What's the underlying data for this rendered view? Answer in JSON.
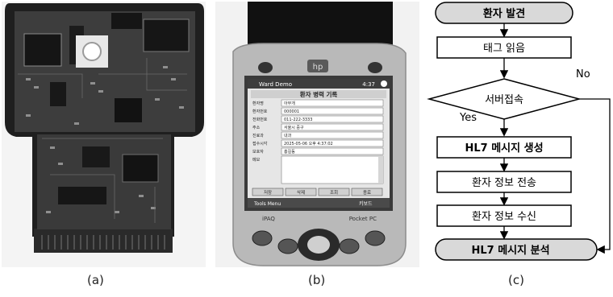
{
  "captions": {
    "a": "(a)",
    "b": "(b)",
    "c": "(c)"
  },
  "pda": {
    "brand": "hp",
    "app_title": "Ward Demo",
    "status_time": "4:37",
    "form_title": "환자 병력 기록",
    "fields": [
      {
        "label": "환자명",
        "value": "아무개"
      },
      {
        "label": "환자번호",
        "value": "000001"
      },
      {
        "label": "전화번호",
        "value": "011-222-3333"
      },
      {
        "label": "주소",
        "value": "서울시 중구"
      },
      {
        "label": "진료과",
        "value": "내과"
      },
      {
        "label": "접수시각",
        "value": "2025-05-06 오후 4:37:02"
      },
      {
        "label": "보호자",
        "value": "홍길동"
      },
      {
        "label": "메모",
        "value": ""
      }
    ],
    "buttons": [
      "저장",
      "삭제",
      "조회",
      "종료"
    ],
    "menu_left": "Tools  Menu",
    "menu_right": "키보드",
    "footer_left": "iPAQ",
    "footer_right": "Pocket PC"
  },
  "flowchart": {
    "start": "환자 발견",
    "step1": "태그 읽음",
    "decision": "서버접속",
    "yes_label": "Yes",
    "no_label": "No",
    "step2": "HL7 메시지 생성",
    "step3": "환자 정보 전송",
    "step4": "환자 정보 수신",
    "end": "HL7 메시지 분석"
  }
}
